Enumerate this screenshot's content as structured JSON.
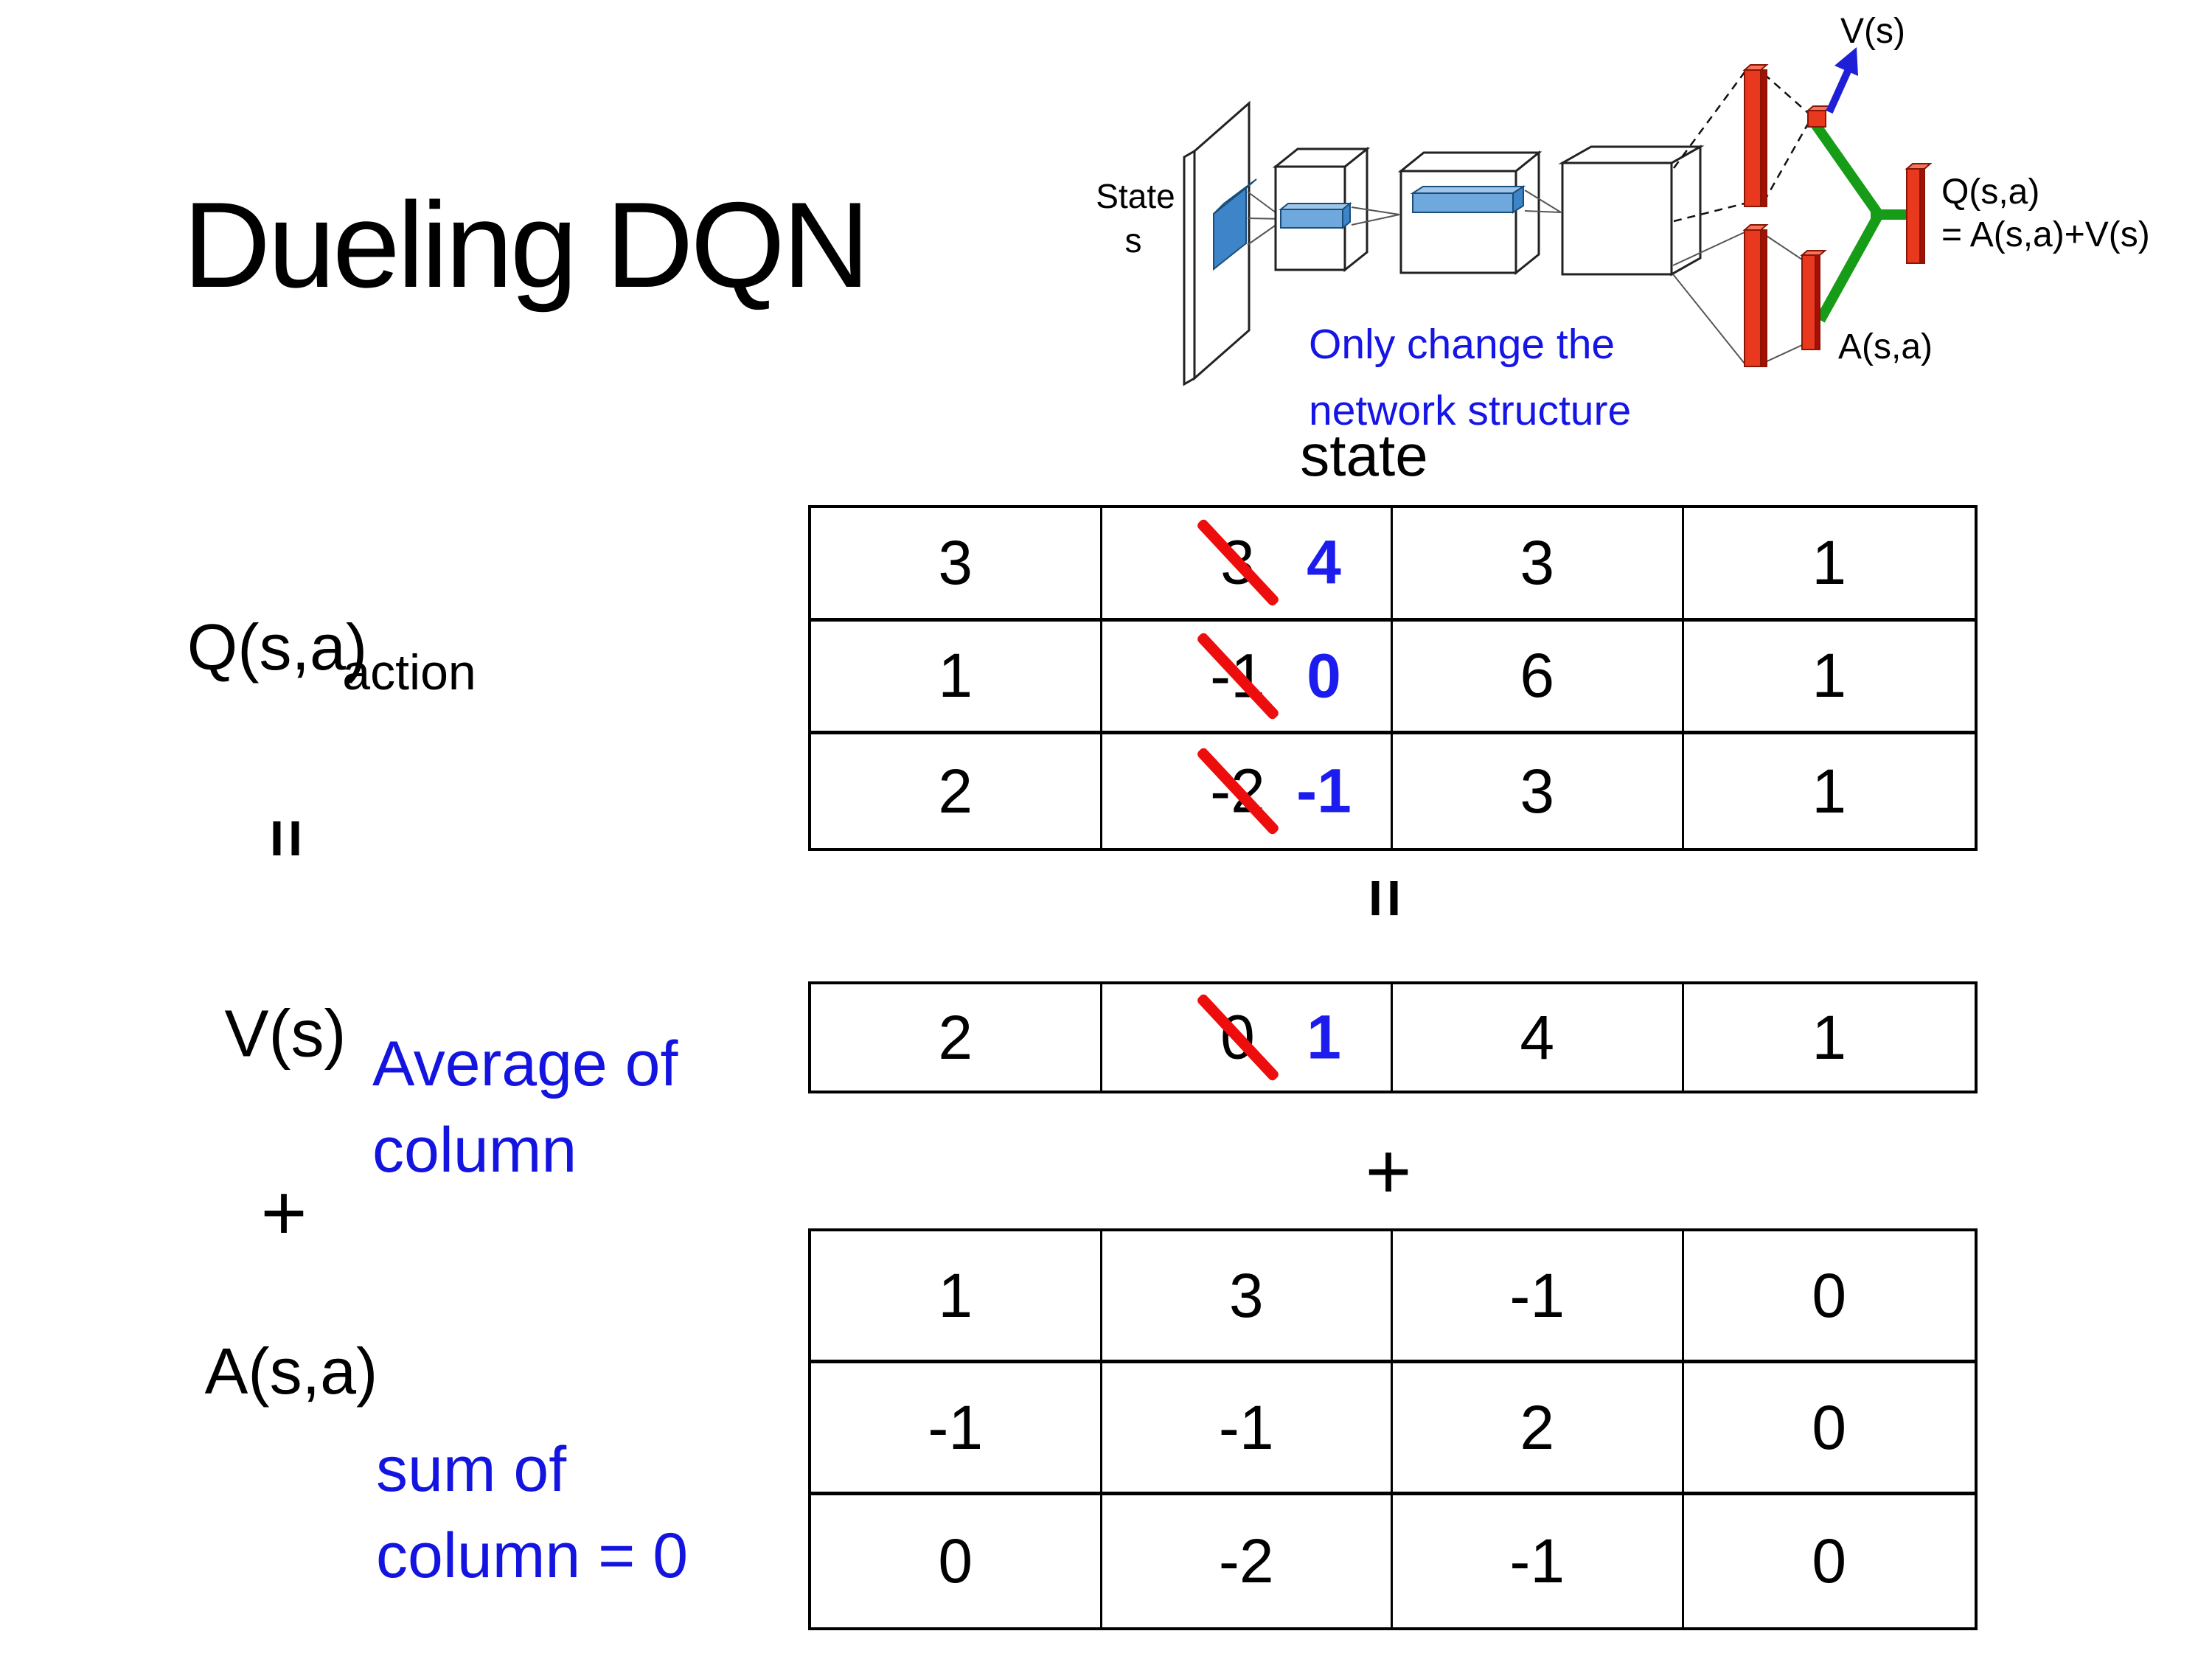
{
  "title": "Dueling DQN",
  "diagram": {
    "state_label_line1": "State",
    "state_label_line2": "s",
    "v_out_label": "V(s)",
    "q_out_label": "Q(s,a)",
    "q_out_formula": "= A(s,a)+V(s)",
    "a_out_label": "A(s,a)",
    "note_line1": "Only change the",
    "note_line2": "network structure"
  },
  "matrix_section": {
    "state_header": "state",
    "action_label": "action",
    "q_label": "Q(s,a)",
    "v_label": "V(s)",
    "a_label": "A(s,a)",
    "equals_rot": "=",
    "equals_mid": "=",
    "plus_left": "+",
    "plus_mid": "+",
    "avg_note_line1": "Average of",
    "avg_note_line2": "column",
    "sum_note_line1": "sum of",
    "sum_note_line2": "column = 0",
    "q_table": {
      "rows": [
        [
          {
            "v": "3"
          },
          {
            "old": "3",
            "new": "4"
          },
          {
            "v": "3"
          },
          {
            "v": "1"
          }
        ],
        [
          {
            "v": "1"
          },
          {
            "old": "-1",
            "new": "0"
          },
          {
            "v": "6"
          },
          {
            "v": "1"
          }
        ],
        [
          {
            "v": "2"
          },
          {
            "old": "-2",
            "new": "-1"
          },
          {
            "v": "3"
          },
          {
            "v": "1"
          }
        ]
      ]
    },
    "v_table": {
      "rows": [
        [
          {
            "v": "2"
          },
          {
            "old": "0",
            "new": "1"
          },
          {
            "v": "4"
          },
          {
            "v": "1"
          }
        ]
      ]
    },
    "a_table": {
      "rows": [
        [
          {
            "v": "1"
          },
          {
            "v": "3"
          },
          {
            "v": "-1"
          },
          {
            "v": "0"
          }
        ],
        [
          {
            "v": "-1"
          },
          {
            "v": "-1"
          },
          {
            "v": "2"
          },
          {
            "v": "0"
          }
        ],
        [
          {
            "v": "0"
          },
          {
            "v": "-2"
          },
          {
            "v": "-1"
          },
          {
            "v": "0"
          }
        ]
      ]
    }
  },
  "colors": {
    "accent_blue": "#1414e1",
    "number_blue": "#1c1cee",
    "strike_red": "#ee0d0d",
    "bar_red": "#e8391f",
    "link_green": "#169c16",
    "feature_blue": "#6fa8dc"
  }
}
